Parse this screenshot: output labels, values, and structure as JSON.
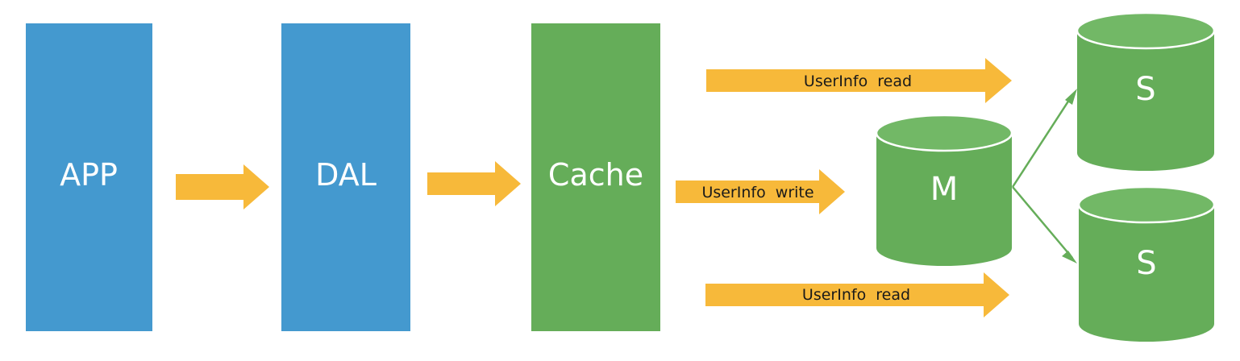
{
  "colors": {
    "blue_box": "#4499cf",
    "green_box": "#65ad59",
    "green_db_top": "#72b866",
    "green_db_rim": "#ffffff",
    "arrow_fill": "#f7b93a",
    "label_white": "#ffffff",
    "label_dark": "#1a1a1a"
  },
  "boxes": {
    "app": {
      "label": "APP"
    },
    "dal": {
      "label": "DAL"
    },
    "cache": {
      "label": "Cache"
    }
  },
  "databases": {
    "master": {
      "label": "M"
    },
    "slave_top": {
      "label": "S"
    },
    "slave_bottom": {
      "label": "S"
    }
  },
  "arrows": {
    "read_top": {
      "label": "UserInfo  read"
    },
    "write": {
      "label": "UserInfo  write"
    },
    "read_bottom": {
      "label": "UserInfo  read"
    }
  }
}
